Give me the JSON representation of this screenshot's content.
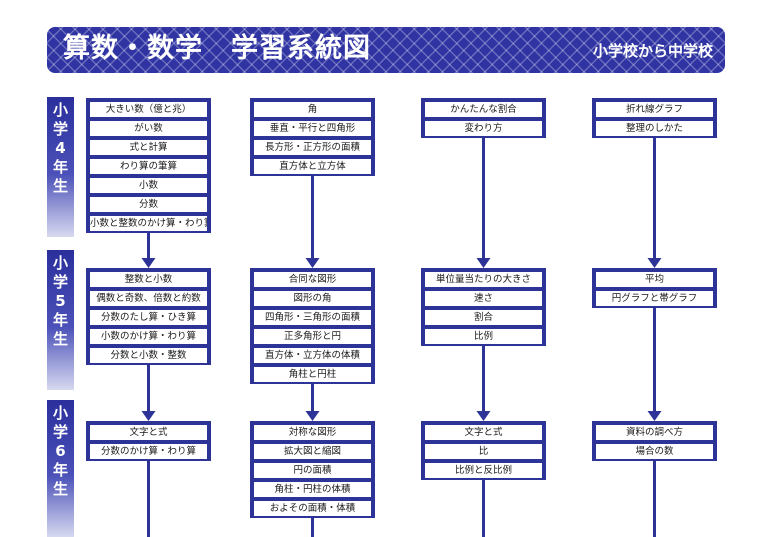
{
  "header": {
    "title": "算数・数学　学習系統図",
    "subtitle": "小学校から中学校"
  },
  "grades": [
    {
      "chars": [
        "小",
        "学",
        "4",
        "年",
        "生"
      ]
    },
    {
      "chars": [
        "小",
        "学",
        "5",
        "年",
        "生"
      ]
    },
    {
      "chars": [
        "小",
        "学",
        "6",
        "年",
        "生"
      ]
    }
  ],
  "columns": [
    {
      "grade4": [
        "大きい数（億と兆）",
        "がい数",
        "式と計算",
        "わり算の筆算",
        "小数",
        "分数",
        "小数と整数のかけ算・わり算"
      ],
      "grade5": [
        "整数と小数",
        "偶数と奇数、倍数と約数",
        "分数のたし算・ひき算",
        "小数のかけ算・わり算",
        "分数と小数・整数"
      ],
      "grade6": [
        "文字と式",
        "分数のかけ算・わり算"
      ]
    },
    {
      "grade4": [
        "角",
        "垂直・平行と四角形",
        "長方形・正方形の面積",
        "直方体と立方体"
      ],
      "grade5": [
        "合同な図形",
        "図形の角",
        "四角形・三角形の面積",
        "正多角形と円",
        "直方体・立方体の体積",
        "角柱と円柱"
      ],
      "grade6": [
        "対称な図形",
        "拡大図と縮図",
        "円の面積",
        "角柱・円柱の体積",
        "およその面積・体積"
      ]
    },
    {
      "grade4": [
        "かんたんな割合",
        "変わり方"
      ],
      "grade5": [
        "単位量当たりの大きさ",
        "速さ",
        "割合",
        "比例"
      ],
      "grade6": [
        "文字と式",
        "比",
        "比例と反比例"
      ]
    },
    {
      "grade4": [
        "折れ線グラフ",
        "整理のしかた"
      ],
      "grade5": [
        "平均",
        "円グラフと帯グラフ"
      ],
      "grade6": [
        "資料の調べ方",
        "場合の数"
      ]
    }
  ],
  "colors": {
    "primary": "#2e3497",
    "banner": "#2f34a2",
    "box_text": "#1a1a1a"
  }
}
